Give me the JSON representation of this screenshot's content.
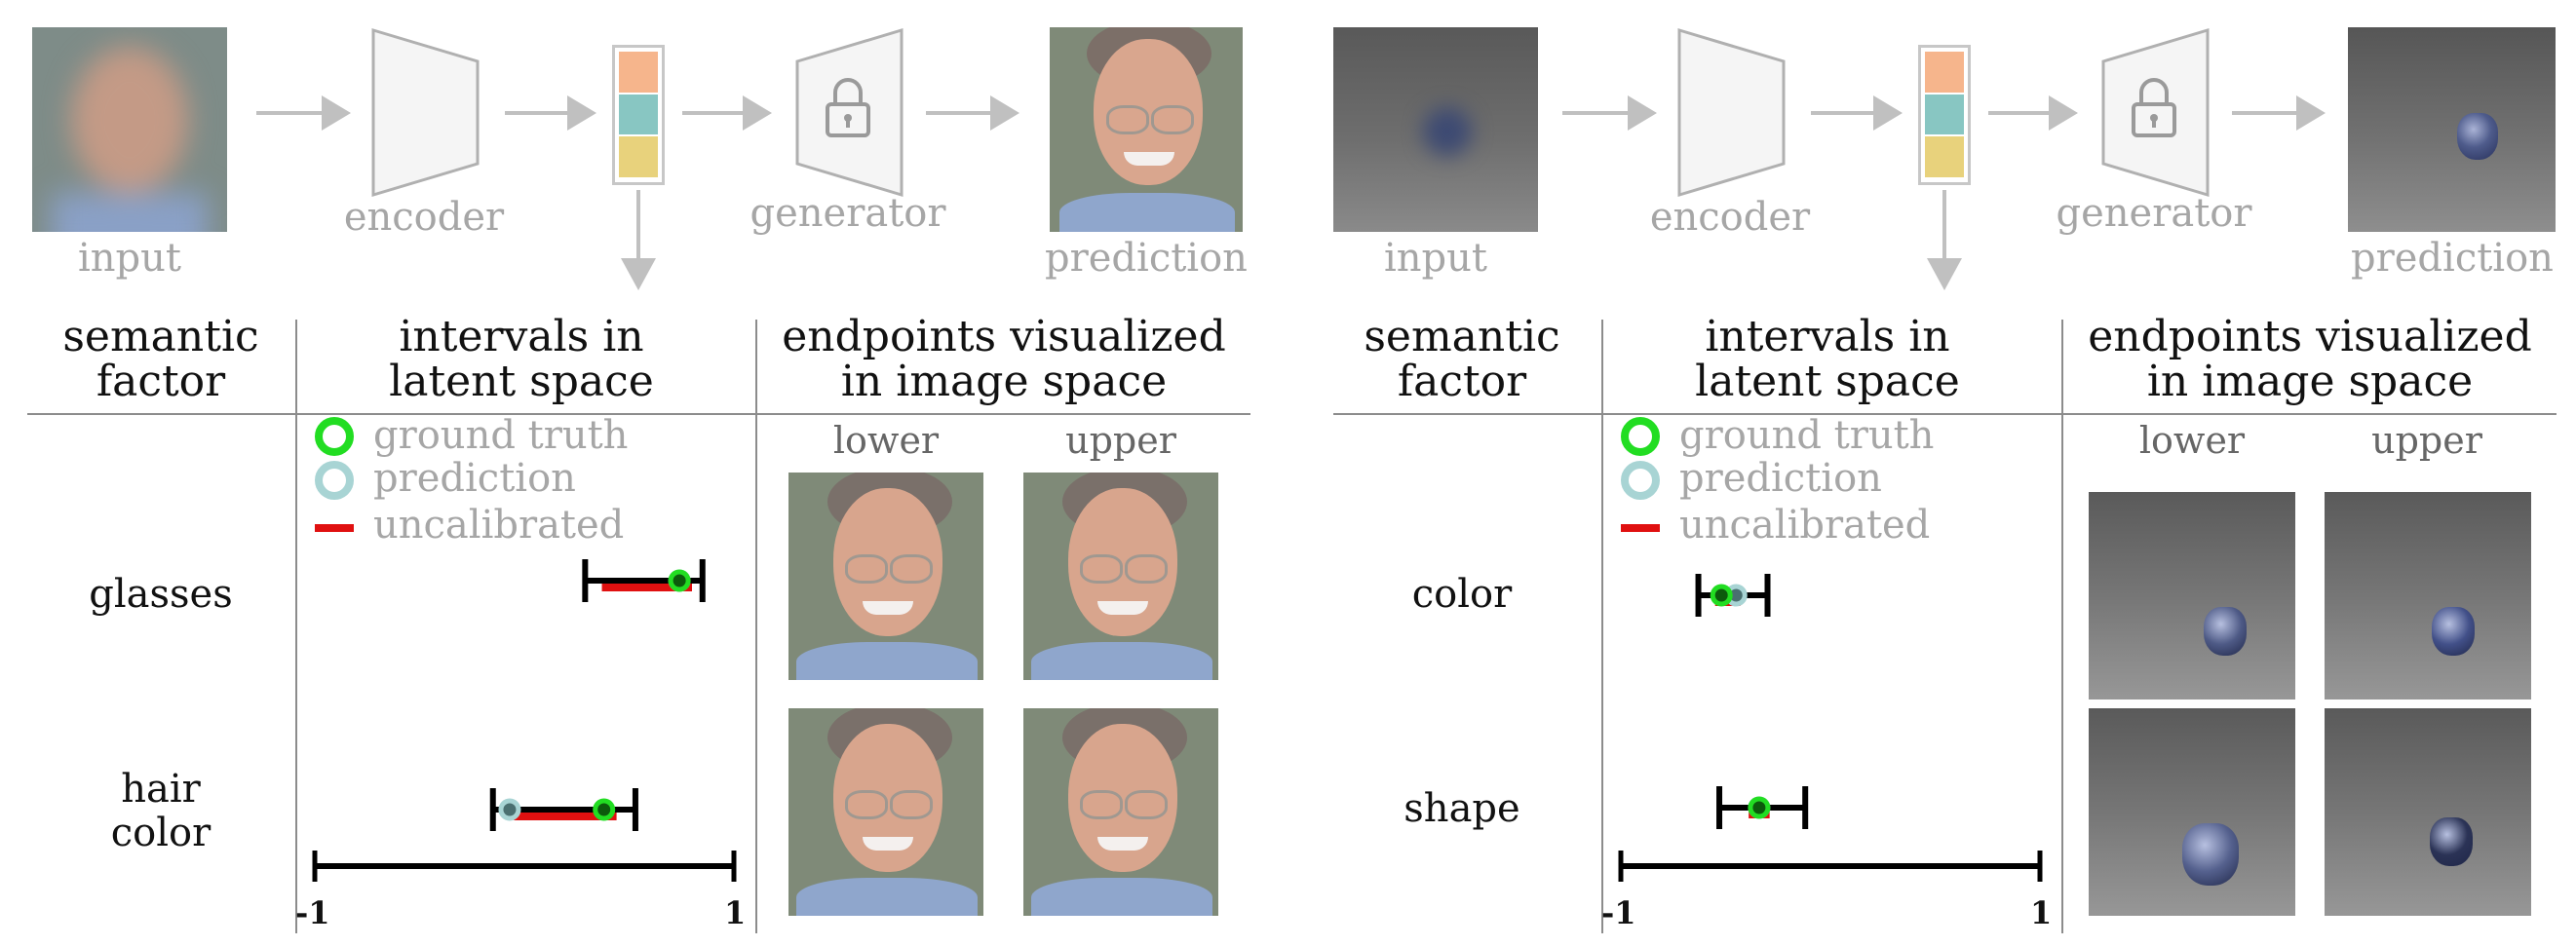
{
  "panels": [
    {
      "pipeline": {
        "input_label": "input",
        "encoder_label": "encoder",
        "generator_label": "generator",
        "prediction_label": "prediction"
      },
      "headers": {
        "factor": "semantic\nfactor",
        "intervals": "intervals in\nlatent space",
        "endpoints": "endpoints visualized\nin image space"
      },
      "subheaders": {
        "lower": "lower",
        "upper": "upper"
      },
      "legend": {
        "ground_truth": "ground truth",
        "prediction": "prediction",
        "uncalibrated": "uncalibrated"
      },
      "rows": [
        {
          "factor": "glasses",
          "interval": [
            0.29,
            0.85
          ],
          "uncalibrated": [
            0.37,
            0.8
          ],
          "ground_truth": 0.74,
          "prediction": 0.74
        },
        {
          "factor": "hair\ncolor",
          "interval": [
            -0.15,
            0.53
          ],
          "uncalibrated": [
            -0.05,
            0.44
          ],
          "ground_truth": 0.38,
          "prediction": -0.07
        }
      ],
      "axis": {
        "min_label": "-1",
        "max_label": "1",
        "min": -1,
        "max": 1
      }
    },
    {
      "pipeline": {
        "input_label": "input",
        "encoder_label": "encoder",
        "generator_label": "generator",
        "prediction_label": "prediction"
      },
      "headers": {
        "factor": "semantic\nfactor",
        "intervals": "intervals in\nlatent space",
        "endpoints": "endpoints visualized\nin image space"
      },
      "subheaders": {
        "lower": "lower",
        "upper": "upper"
      },
      "legend": {
        "ground_truth": "ground truth",
        "prediction": "prediction",
        "uncalibrated": "uncalibrated"
      },
      "rows": [
        {
          "factor": "color",
          "interval": [
            -0.63,
            -0.3
          ],
          "uncalibrated": [
            -0.55,
            -0.43
          ],
          "ground_truth": -0.52,
          "prediction": -0.45
        },
        {
          "factor": "shape",
          "interval": [
            -0.53,
            -0.12
          ],
          "uncalibrated": [
            -0.39,
            -0.29
          ],
          "ground_truth": -0.34,
          "prediction": -0.34
        }
      ],
      "axis": {
        "min_label": "-1",
        "max_label": "1",
        "min": -1,
        "max": 1
      }
    }
  ],
  "colors": {
    "ground_truth": "#22dd22",
    "prediction": "#a8d4d4",
    "uncalibrated": "#e01010",
    "interval": "#000000",
    "arrow": "#c0c0c0",
    "latent_bar": [
      "#f6b58c",
      "#88c6c2",
      "#e8d27c"
    ]
  },
  "icons": [
    "lock-icon",
    "arrow-right-icon",
    "arrow-down-icon"
  ]
}
